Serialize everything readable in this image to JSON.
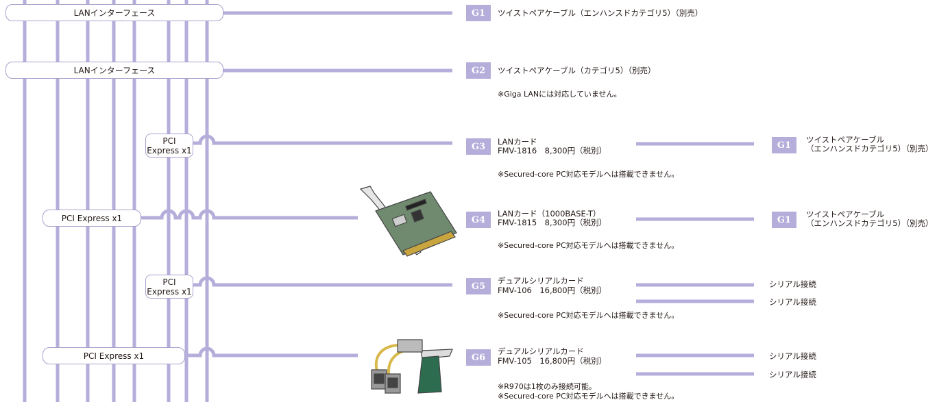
{
  "interfaces": {
    "lan1": "LANインターフェース",
    "lan2": "LANインターフェース",
    "pci_a_line1": "PCI",
    "pci_a_line2": "Express x1",
    "pci_b": "PCI Express x1",
    "pci_c_line1": "PCI",
    "pci_c_line2": "Express x1",
    "pci_d": "PCI Express x1"
  },
  "options": [
    {
      "badge": "G1",
      "line1": "ツイストペアケーブル（エンハンスドカテゴリ5）（別売）"
    },
    {
      "badge": "G2",
      "line1": "ツイストペアケーブル（カテゴリ5）（別売）",
      "note1": "※Giga LANには対応していません。"
    },
    {
      "badge": "G3",
      "line1": "LANカード",
      "line2": "FMV-1816　8,300円（税別）",
      "note1": "※Secured-core PC対応モデルへは搭載できません。"
    },
    {
      "badge": "G4",
      "line1": "LANカード（1000BASE-T）",
      "line2": "FMV-1815　8,300円（税別）",
      "note1": "※Secured-core PC対応モデルへは搭載できません。"
    },
    {
      "badge": "G5",
      "line1": "デュアルシリアルカード",
      "line2": "FMV-106　16,800円（税別）",
      "note1": "※Secured-core PC対応モデルへは搭載できません。"
    },
    {
      "badge": "G6",
      "line1": "デュアルシリアルカード",
      "line2": "FMV-105　16,800円（税別）",
      "note1": "※R970は1枚のみ接続可能。",
      "note2": "※Secured-core PC対応モデルへは搭載できません。"
    }
  ],
  "right_items": {
    "g3_badge": "G1",
    "g3_line1": "ツイストペアケーブル",
    "g3_line2": "（エンハンスドカテゴリ5）（別売）",
    "g4_badge": "G1",
    "g4_line1": "ツイストペアケーブル",
    "g4_line2": "（エンハンスドカテゴリ5）（別売）",
    "g5_serial1": "シリアル接続",
    "g5_serial2": "シリアル接続",
    "g6_serial1": "シリアル接続",
    "g6_serial2": "シリアル接続"
  },
  "colors": {
    "line": "#b5aedb",
    "badge": "#b5aedb",
    "border": "#a9a0cc"
  }
}
